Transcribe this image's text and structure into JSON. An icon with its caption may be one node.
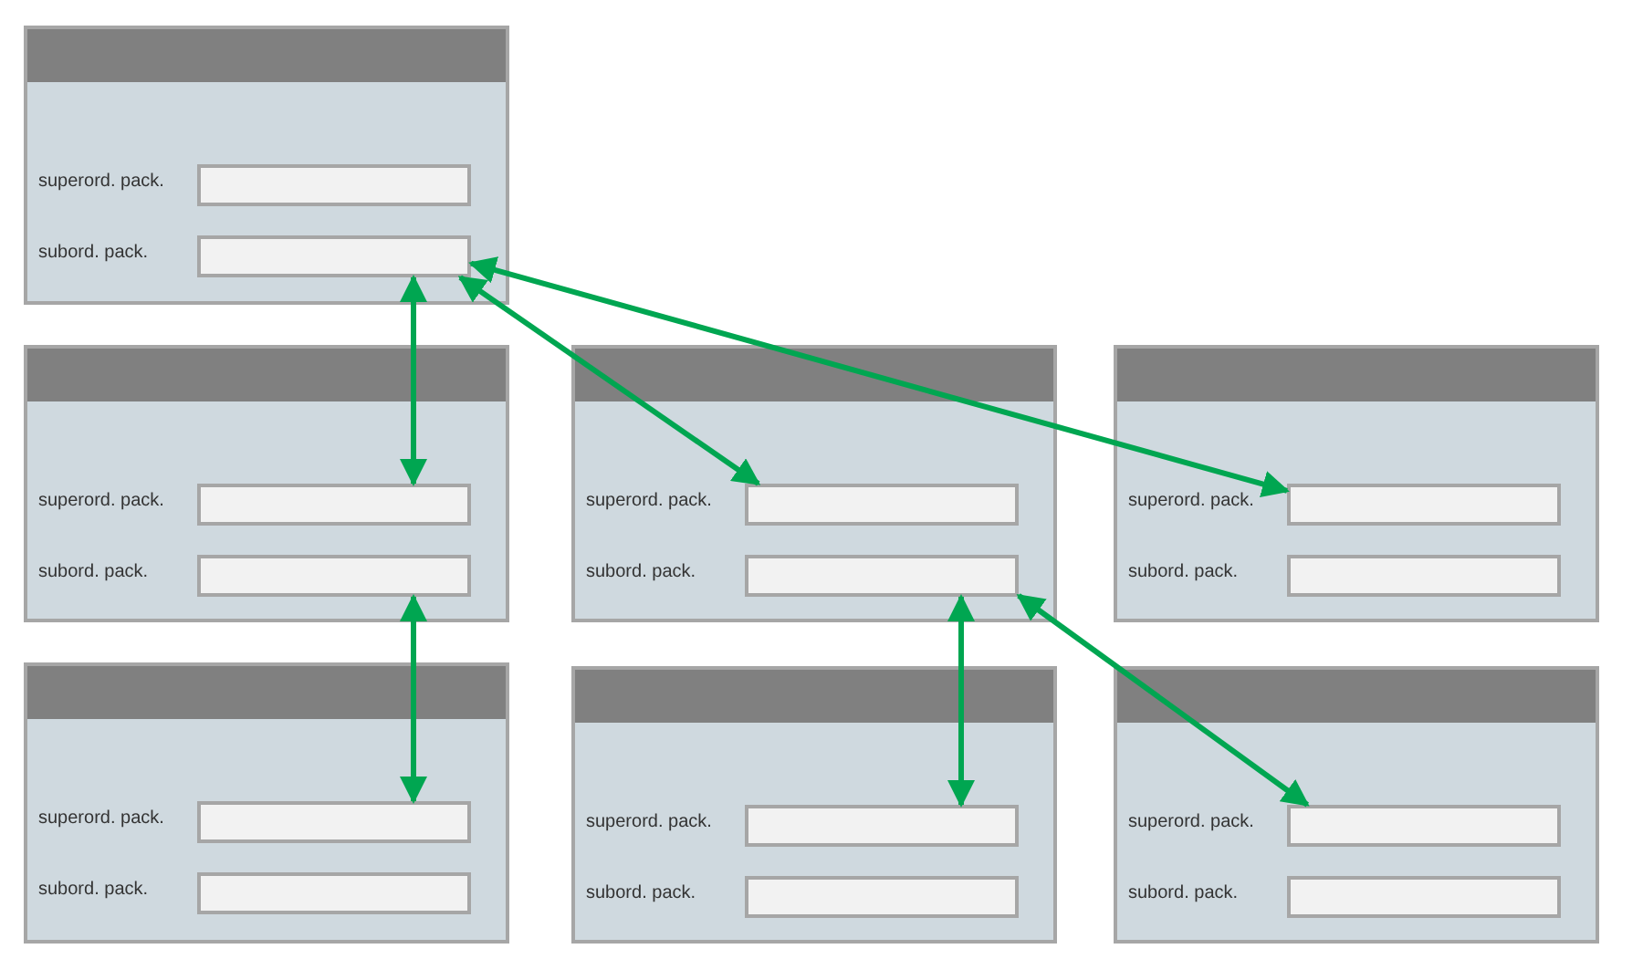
{
  "diagram": {
    "nodes": [
      {
        "text": [],
        "shape": "box"
      },
      {
        "text": [],
        "shape": "box",
        "in": 0,
        "beside": [
          "superord. pack."
        ]
      },
      {
        "text": [],
        "shape": "box",
        "in": 0,
        "beside": [
          "subord. pack."
        ]
      },
      {
        "text": [],
        "shape": "box"
      },
      {
        "text": [],
        "shape": "box",
        "in": 3,
        "beside": [
          "superord. pack."
        ]
      },
      {
        "text": [],
        "shape": "box",
        "in": 3,
        "beside": [
          "subord. pack."
        ]
      },
      {
        "text": [],
        "shape": "box"
      },
      {
        "text": [],
        "shape": "box",
        "in": 6,
        "beside": [
          "superord. pack."
        ]
      },
      {
        "text": [],
        "shape": "box",
        "in": 6,
        "beside": [
          "subord. pack."
        ]
      },
      {
        "text": [],
        "shape": "box"
      },
      {
        "text": [],
        "shape": "box",
        "in": 9,
        "beside": [
          "superord. pack."
        ]
      },
      {
        "text": [],
        "shape": "box",
        "in": 9,
        "beside": [
          "subord. pack."
        ]
      },
      {
        "text": [],
        "shape": "box"
      },
      {
        "text": [],
        "shape": "box",
        "in": 12,
        "beside": [
          "superord. pack."
        ]
      },
      {
        "text": [],
        "shape": "box",
        "in": 12,
        "beside": [
          "subord. pack."
        ]
      },
      {
        "text": [],
        "shape": "box"
      },
      {
        "text": [],
        "shape": "box",
        "in": 15,
        "beside": [
          "superord. pack."
        ]
      },
      {
        "text": [],
        "shape": "box",
        "in": 15,
        "beside": [
          "subord. pack."
        ]
      },
      {
        "text": [],
        "shape": "box"
      },
      {
        "text": [],
        "shape": "box",
        "in": 18,
        "beside": [
          "superord. pack."
        ]
      },
      {
        "text": [],
        "shape": "box",
        "in": 18,
        "beside": [
          "subord. pack."
        ]
      }
    ],
    "edges": [
      {
        "from": 2,
        "to": 4,
        "arrow": "both"
      },
      {
        "from": 5,
        "to": 13,
        "arrow": "both"
      },
      {
        "from": 2,
        "to": 7,
        "arrow": "both"
      },
      {
        "from": 2,
        "to": 10,
        "arrow": "both"
      },
      {
        "from": 8,
        "to": 16,
        "arrow": "both"
      },
      {
        "from": 8,
        "to": 19,
        "arrow": "both"
      }
    ]
  }
}
